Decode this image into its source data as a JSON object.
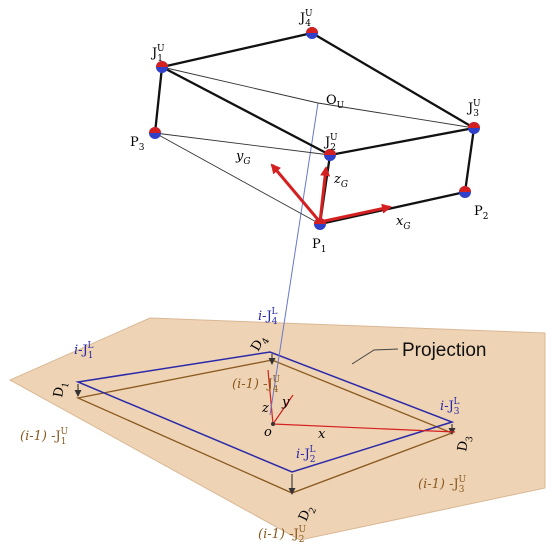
{
  "upper_labels": {
    "J1": {
      "base": "J",
      "sub": "1",
      "sup": "U"
    },
    "J2": {
      "base": "J",
      "sub": "2",
      "sup": "U"
    },
    "J3": {
      "base": "J",
      "sub": "3",
      "sup": "U"
    },
    "J4": {
      "base": "J",
      "sub": "4",
      "sup": "U"
    },
    "P1": {
      "base": "P",
      "sub": "1"
    },
    "P2": {
      "base": "P",
      "sub": "2"
    },
    "P3": {
      "base": "P",
      "sub": "3"
    },
    "OU": {
      "base": "O",
      "sub": "U"
    }
  },
  "axes_upper": {
    "x": {
      "base": "x",
      "sub": "G"
    },
    "y": {
      "base": "y",
      "sub": "G"
    },
    "z": {
      "base": "z",
      "sub": "G"
    }
  },
  "lower_blue": {
    "J1": {
      "pre": "i-",
      "base": "J",
      "sub": "1",
      "sup": "L"
    },
    "J2": {
      "pre": "i-",
      "base": "J",
      "sub": "2",
      "sup": "L"
    },
    "J3": {
      "pre": "i-",
      "base": "J",
      "sub": "3",
      "sup": "L"
    },
    "J4": {
      "pre": "i-",
      "base": "J",
      "sub": "4",
      "sup": "L"
    }
  },
  "lower_brown": {
    "J1": {
      "pre": "(i-1) -",
      "base": "J",
      "sub": "1",
      "sup": "U"
    },
    "J2": {
      "pre": "(i-1) -",
      "base": "J",
      "sub": "2",
      "sup": "U"
    },
    "J3": {
      "pre": "(i-1) -",
      "base": "J",
      "sub": "3",
      "sup": "U"
    },
    "J4": {
      "pre": "(i-1) -",
      "base": "J",
      "sub": "4",
      "sup": "U"
    }
  },
  "distances": {
    "D1": {
      "base": "D",
      "sub": "1"
    },
    "D2": {
      "base": "D",
      "sub": "2"
    },
    "D3": {
      "base": "D",
      "sub": "3"
    },
    "D4": {
      "base": "D",
      "sub": "4"
    }
  },
  "axes_lower": {
    "x": "x",
    "y": "y",
    "z": "z",
    "o": "o"
  },
  "callout": "Projection",
  "colors": {
    "plane": "#efd3b5",
    "blue": "#2a2aa8",
    "brown": "#8a5a20",
    "red": "#d42020",
    "node_blue": "#3040c8"
  }
}
